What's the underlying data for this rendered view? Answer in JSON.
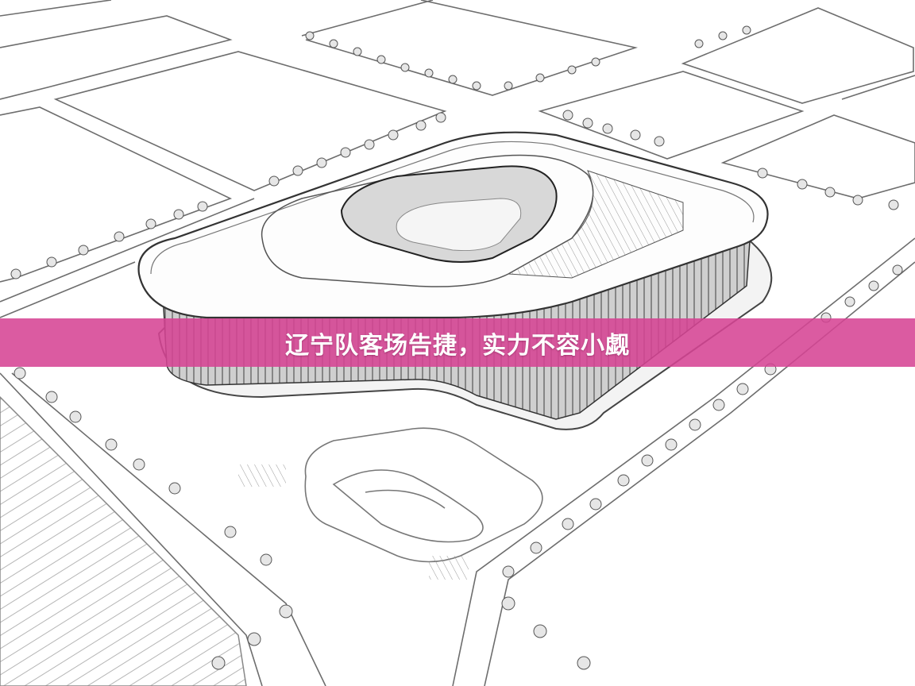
{
  "image": {
    "subject": "line-drawing illustration of a stadium with surrounding roads, trees and landscaped plazas",
    "style": "monochrome architectural sketch"
  },
  "banner": {
    "title": "辽宁队客场告捷，实力不容小觑",
    "background_color": "#d64494",
    "text_color": "#ffffff"
  }
}
